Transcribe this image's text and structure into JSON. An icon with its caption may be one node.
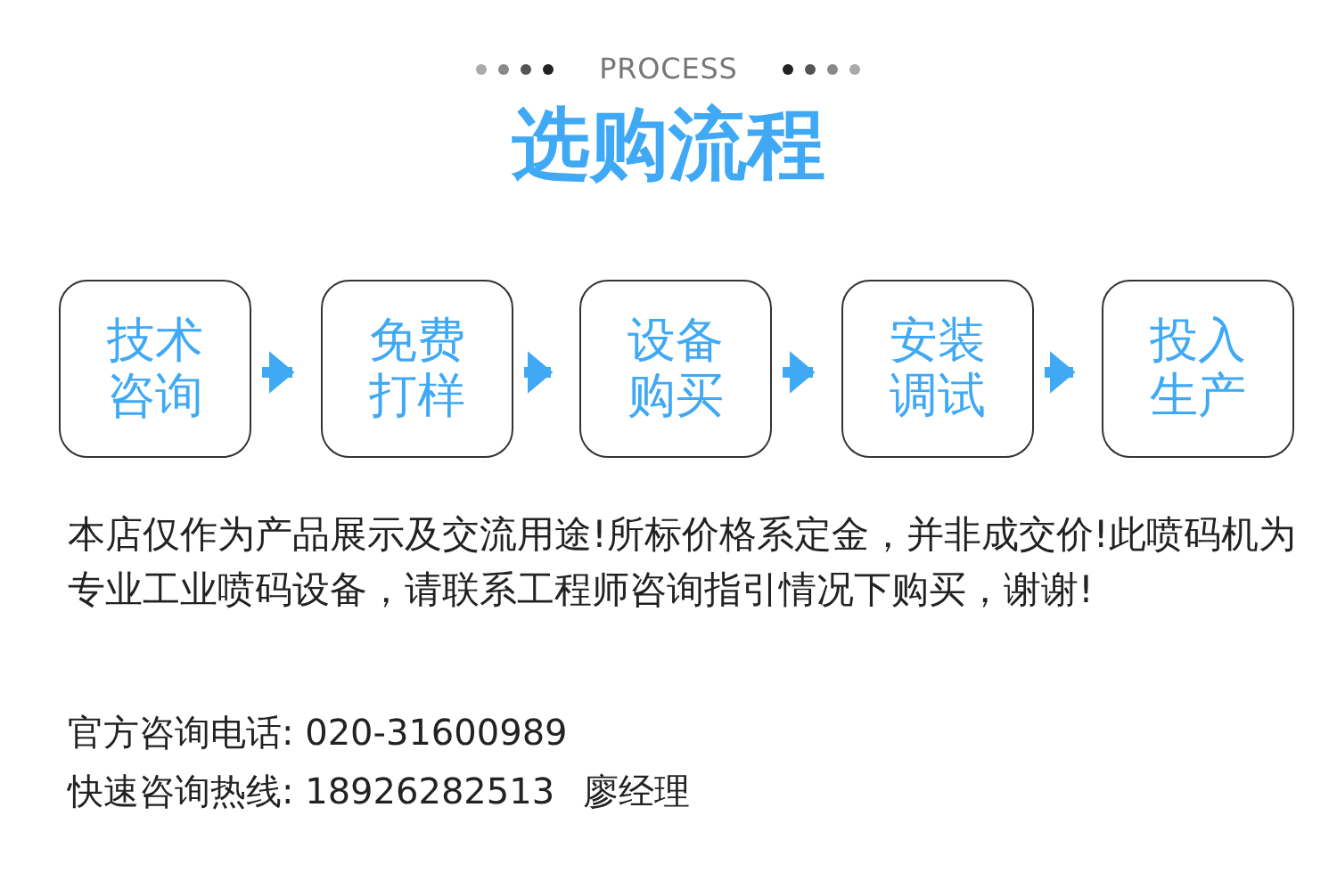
{
  "diagram": {
    "title": "选购流程",
    "nodes": [
      {
        "text": [
          "技术咨询"
        ]
      },
      {
        "text": [
          "免费打样"
        ]
      },
      {
        "text": [
          "设备购买"
        ]
      },
      {
        "text": [
          "安装调试"
        ]
      },
      {
        "text": [
          "投入生产"
        ]
      }
    ],
    "edges": [
      {
        "from": 0,
        "to": 1,
        "arrow": "to"
      },
      {
        "from": 1,
        "to": 2,
        "arrow": "to"
      },
      {
        "from": 2,
        "to": 3,
        "arrow": "to"
      },
      {
        "from": 3,
        "to": 4,
        "arrow": "to"
      }
    ],
    "labels": [
      "PROCESS",
      "本店仅作为产品展示及交流用途!所标价格系定金，并非成交价!此喷码机为专业工业喷码设备，请联系工程师咨询指引情况下购买，谢谢!",
      "官方咨询电话: 020-31600989",
      "快速咨询热线: 18926282513",
      "廖经理"
    ]
  }
}
